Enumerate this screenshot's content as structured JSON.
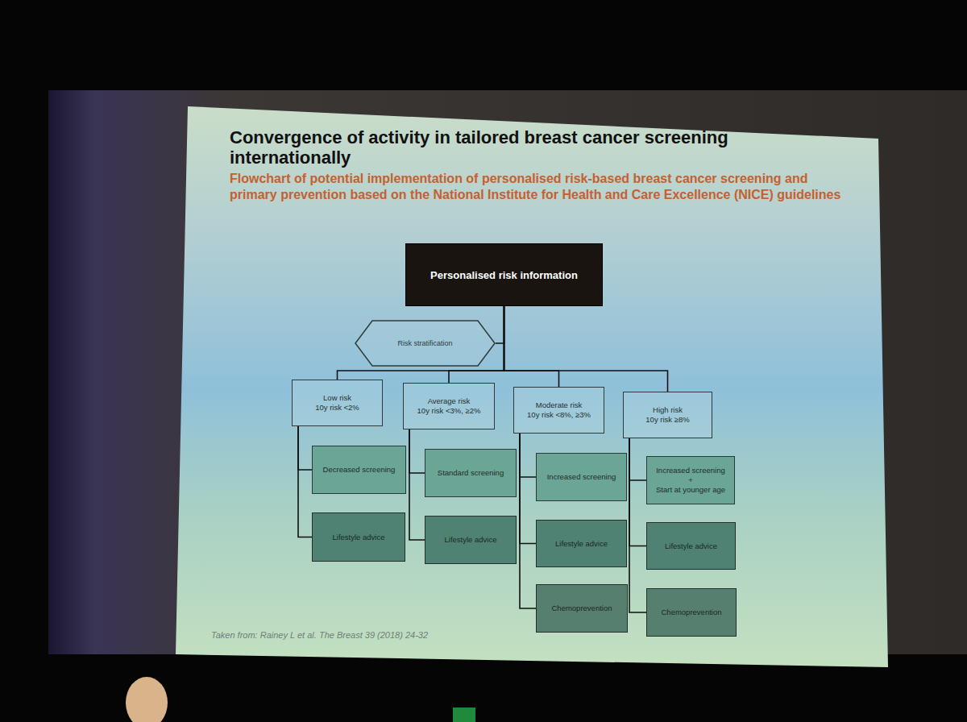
{
  "diagram": {
    "title": "Convergence of activity in tailored breast cancer screening internationally",
    "caption": "Taken from: Rainey L et al. The Breast 39 (2018) 24-32",
    "nodes": [
      {
        "text": [
          "Personalised risk information"
        ]
      },
      {
        "text": [
          "Risk stratification"
        ]
      },
      {
        "text": [
          "Low risk",
          "10y risk <2%"
        ]
      },
      {
        "text": [
          "Average risk",
          "10y risk <3%, ≥2%"
        ]
      },
      {
        "text": [
          "Moderate risk",
          "10y risk <8%, ≥3%"
        ]
      },
      {
        "text": [
          "High risk",
          "10y risk ≥8%"
        ]
      },
      {
        "text": [
          "Decreased screening"
        ]
      },
      {
        "text": [
          "Standard screening"
        ]
      },
      {
        "text": [
          "Increased screening"
        ]
      },
      {
        "text": [
          "Increased screening",
          "+",
          "Start at younger age"
        ]
      },
      {
        "text": [
          "Lifestyle advice"
        ]
      },
      {
        "text": [
          "Lifestyle advice"
        ]
      },
      {
        "text": [
          "Lifestyle advice"
        ]
      },
      {
        "text": [
          "Lifestyle advice"
        ]
      },
      {
        "text": [
          "Chemoprevention"
        ]
      },
      {
        "text": [
          "Chemoprevention"
        ]
      }
    ],
    "edges": [
      {
        "from": 0,
        "to": 2,
        "arrow": "none"
      },
      {
        "from": 0,
        "to": 3,
        "arrow": "none"
      },
      {
        "from": 0,
        "to": 4,
        "arrow": "none"
      },
      {
        "from": 0,
        "to": 5,
        "arrow": "none"
      },
      {
        "from": 1,
        "to": 0,
        "arrow": "none"
      },
      {
        "from": 2,
        "to": 6,
        "arrow": "none"
      },
      {
        "from": 2,
        "to": 10,
        "arrow": "none"
      },
      {
        "from": 3,
        "to": 7,
        "arrow": "none"
      },
      {
        "from": 3,
        "to": 11,
        "arrow": "none"
      },
      {
        "from": 4,
        "to": 8,
        "arrow": "none"
      },
      {
        "from": 4,
        "to": 12,
        "arrow": "none"
      },
      {
        "from": 4,
        "to": 14,
        "arrow": "none"
      },
      {
        "from": 5,
        "to": 9,
        "arrow": "none"
      },
      {
        "from": 5,
        "to": 13,
        "arrow": "none"
      },
      {
        "from": 5,
        "to": 15,
        "arrow": "none"
      }
    ],
    "labels": [
      "Flowchart of potential implementation of personalised risk-based breast cancer screening and primary prevention based on the National Institute for Health and Care Excellence (NICE) guidelines"
    ]
  }
}
